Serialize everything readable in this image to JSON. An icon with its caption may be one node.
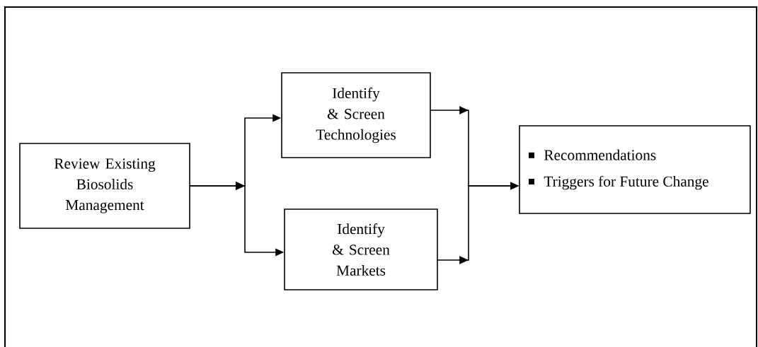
{
  "diagram": {
    "nodes": [
      {
        "text": [
          "Review Existing Biosolids Management"
        ]
      },
      {
        "text": [
          "Identify & Screen Technologies"
        ]
      },
      {
        "text": [
          "Identify & Screen Markets"
        ]
      },
      {
        "text": [
          "Recommendations",
          "Triggers for Future Change"
        ]
      }
    ],
    "edges": [
      {
        "from": 0,
        "to": 1,
        "arrow": "to"
      },
      {
        "from": 0,
        "to": 2,
        "arrow": "to"
      },
      {
        "from": 1,
        "to": 3,
        "arrow": "to"
      },
      {
        "from": 2,
        "to": 3,
        "arrow": "to"
      }
    ]
  }
}
